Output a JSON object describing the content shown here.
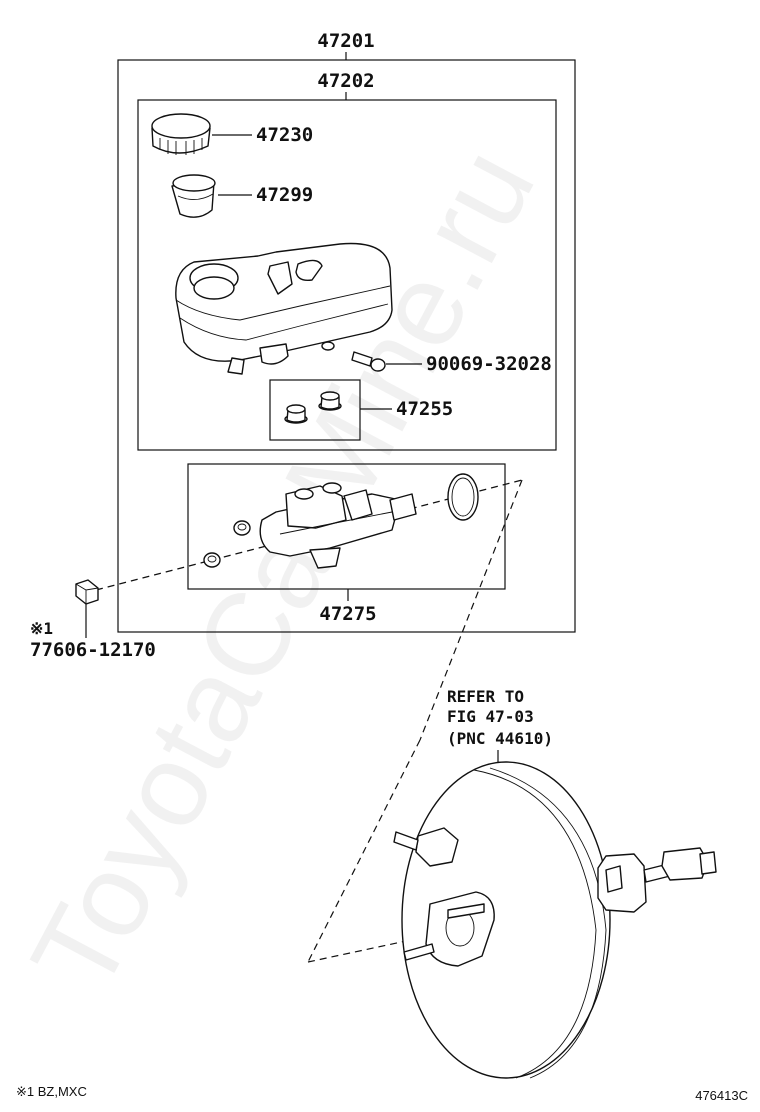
{
  "parts": {
    "assembly": "47201",
    "reservoir_assembly": "47202",
    "cap": "47230",
    "strainer": "47299",
    "bolt": "90069-32028",
    "grommet": "47255",
    "cylinder": "47275",
    "nut": "77606-12170"
  },
  "nut_marker": "※1",
  "booster_note": {
    "line1": "REFER TO",
    "line2": "FIG 47-03",
    "line3": "(PNC 44610)"
  },
  "footnote": "※1 BZ,MXC",
  "figure_id": "476413C",
  "watermark": "ToyotaCarMine.ru"
}
